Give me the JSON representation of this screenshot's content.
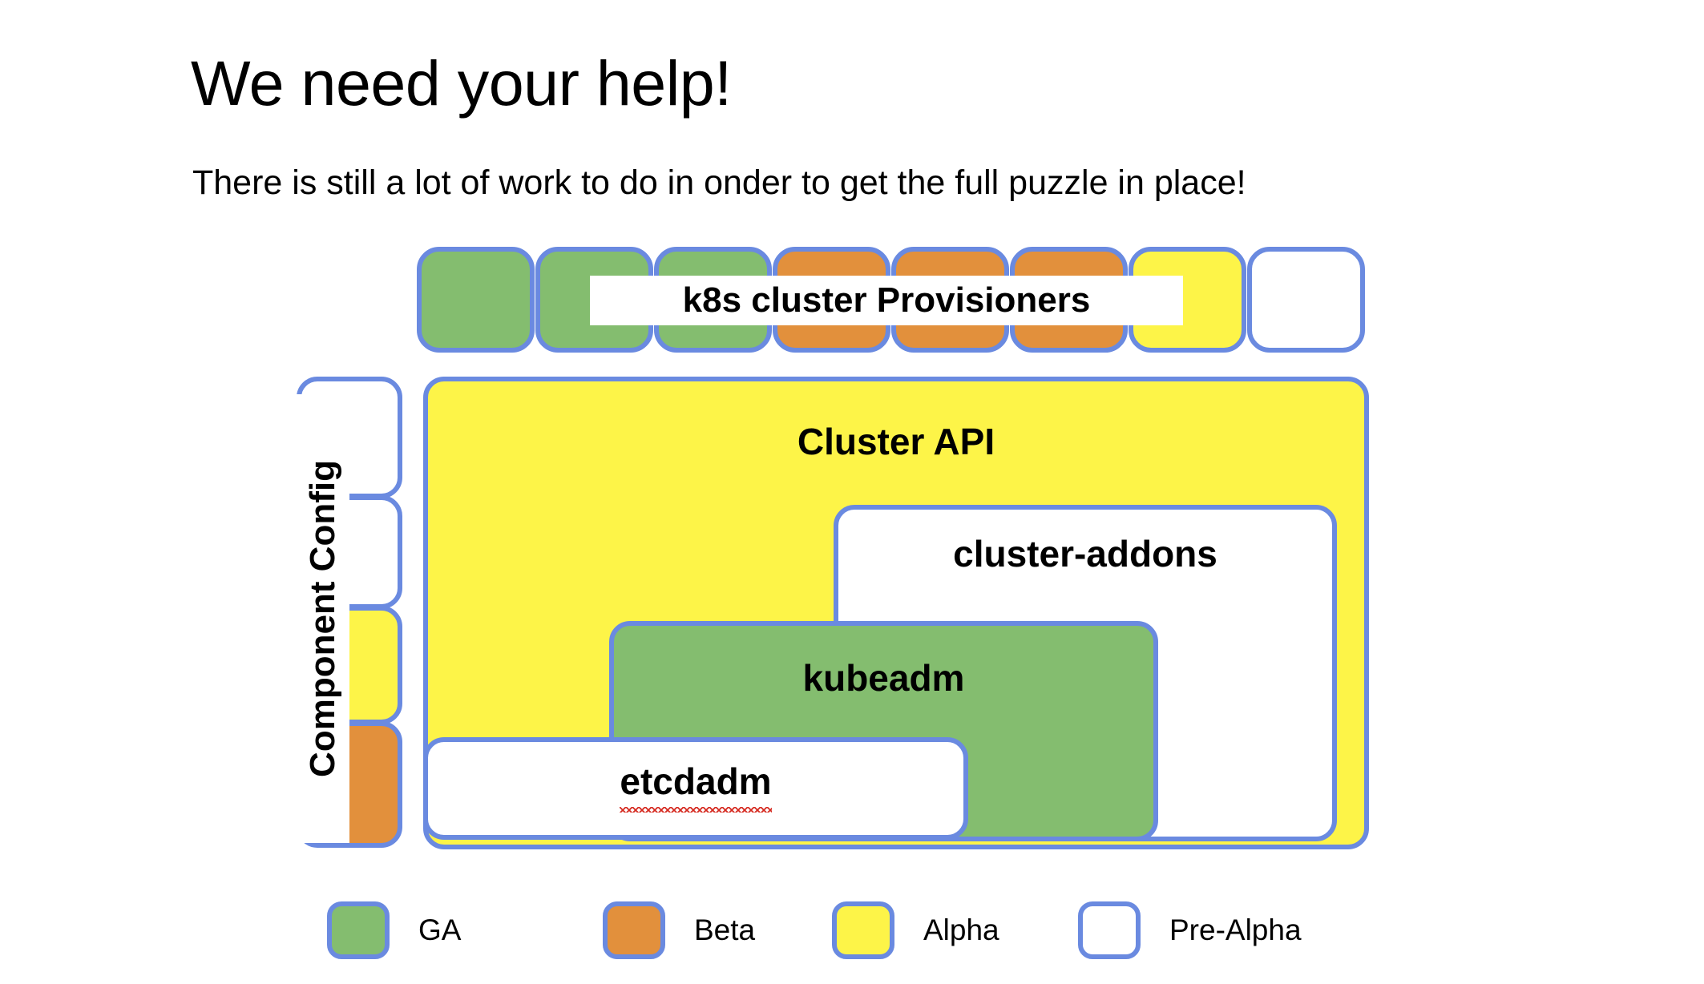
{
  "slide": {
    "title": "We need your help!",
    "subtitle": "There is still a lot of work to do in onder to get the full puzzle in place!"
  },
  "diagram": {
    "provisioners": {
      "label": "k8s cluster Provisioners",
      "boxes": [
        {
          "status": "GA"
        },
        {
          "status": "GA"
        },
        {
          "status": "GA"
        },
        {
          "status": "Beta"
        },
        {
          "status": "Beta"
        },
        {
          "status": "Beta"
        },
        {
          "status": "Alpha"
        },
        {
          "status": "Pre-Alpha"
        }
      ]
    },
    "component_config": {
      "label": "Component Config",
      "segments": [
        {
          "status": "Pre-Alpha"
        },
        {
          "status": "Pre-Alpha"
        },
        {
          "status": "Alpha"
        },
        {
          "status": "Beta"
        }
      ]
    },
    "layers": [
      {
        "id": "cluster-api",
        "label": "Cluster API",
        "status": "Alpha"
      },
      {
        "id": "cluster-addons",
        "label": "cluster-addons",
        "status": "Pre-Alpha"
      },
      {
        "id": "kubeadm",
        "label": "kubeadm",
        "status": "GA"
      },
      {
        "id": "etcdadm",
        "label": "etcdadm",
        "status": "Pre-Alpha",
        "spellcheck_underline": true
      }
    ]
  },
  "legend": {
    "items": [
      {
        "label": "GA",
        "color": "#84bd6f"
      },
      {
        "label": "Beta",
        "color": "#e2903c"
      },
      {
        "label": "Alpha",
        "color": "#fdf448"
      },
      {
        "label": "Pre-Alpha",
        "color": "#ffffff"
      }
    ]
  },
  "colors": {
    "border": "#6a8ae0",
    "ga": "#84bd6f",
    "beta": "#e2903c",
    "alpha": "#fdf448",
    "prealpha": "#ffffff",
    "background": "#ffffff",
    "text": "#000000",
    "spellcheck": "#d62a20"
  }
}
